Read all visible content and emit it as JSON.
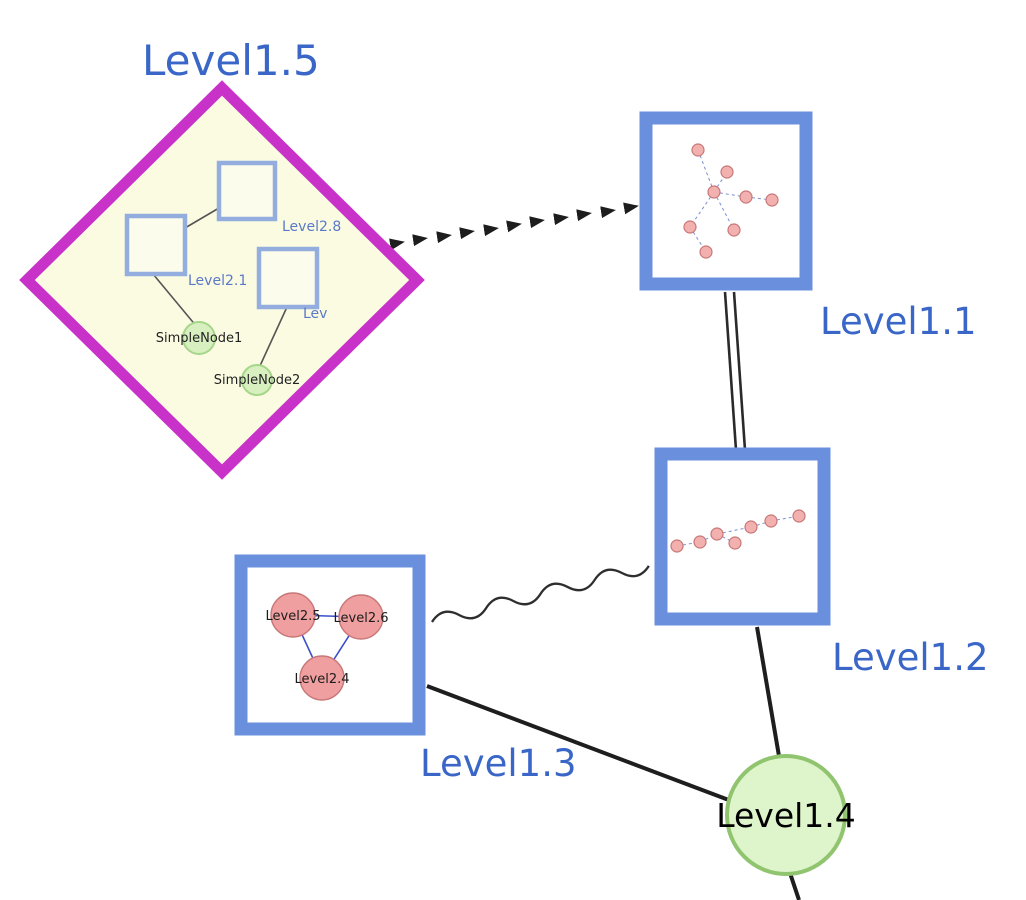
{
  "labels": {
    "level15": "Level1.5",
    "level11": "Level1.1",
    "level12": "Level1.2",
    "level13": "Level1.3",
    "level14": "Level1.4",
    "level28": "Level2.8",
    "level21": "Level2.1",
    "lev": "Lev",
    "simplenode1": "SimpleNode1",
    "simplenode2": "SimpleNode2",
    "level25": "Level2.5",
    "level26": "Level2.6",
    "level24": "Level2.4"
  },
  "colors": {
    "label_blue": "#3a66c8",
    "group_box_border": "#6a8fdc",
    "diamond_border": "#c832c8",
    "diamond_fill": "#fbfbe2",
    "inner_square_border": "#93aede",
    "green_fill": "#d8efc0",
    "green_border": "#9ed07e",
    "pink_fill": "#f2b0ae",
    "pink_border": "#c87878",
    "edge_black": "#222222",
    "mini_edge_blue": "#7a8fd0",
    "triangle_edge_blue": "#3a4ecb"
  },
  "structure": {
    "top_level_nodes": [
      {
        "id": "Level1.5",
        "shape": "diamond-group",
        "children": [
          "Level2.8",
          "Level2.1",
          "Lev",
          "SimpleNode1",
          "SimpleNode2"
        ]
      },
      {
        "id": "Level1.1",
        "shape": "box-group",
        "children": "small star graph of pink nodes"
      },
      {
        "id": "Level1.2",
        "shape": "box-group",
        "children": "small chain graph of pink nodes"
      },
      {
        "id": "Level1.3",
        "shape": "box-group",
        "children": [
          "Level2.5",
          "Level2.6",
          "Level2.4"
        ]
      },
      {
        "id": "Level1.4",
        "shape": "green-circle"
      }
    ],
    "edges": [
      {
        "from": "Level1.5",
        "to": "Level1.1",
        "style": "dashed-arrowheads"
      },
      {
        "from": "Level1.1",
        "to": "Level1.2",
        "style": "double-line"
      },
      {
        "from": "Level1.3",
        "to": "Level1.2",
        "style": "wavy"
      },
      {
        "from": "Level1.3",
        "to": "Level1.4",
        "style": "solid"
      },
      {
        "from": "Level1.2",
        "to": "Level1.4",
        "style": "solid"
      },
      {
        "from": "Level1.4",
        "to": "off-canvas-bottom",
        "style": "solid"
      }
    ]
  }
}
